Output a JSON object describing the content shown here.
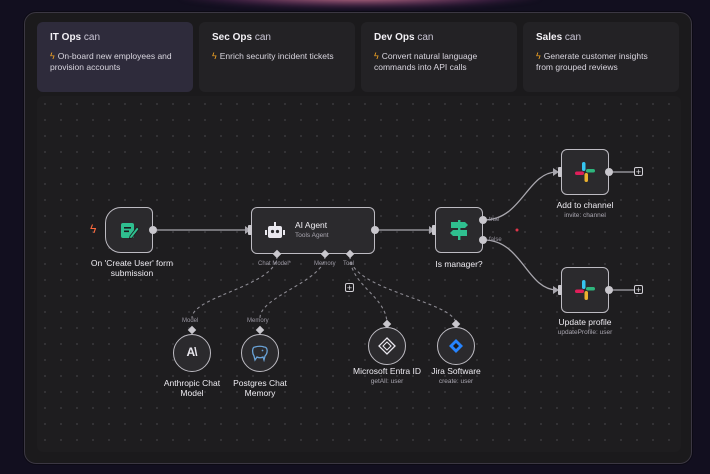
{
  "tabs": [
    {
      "team": "IT Ops",
      "can": "can",
      "desc": "On-board new employees and provision accounts",
      "active": true
    },
    {
      "team": "Sec Ops",
      "can": "can",
      "desc": "Enrich security incident tickets",
      "active": false
    },
    {
      "team": "Dev Ops",
      "can": "can",
      "desc": "Convert natural language commands into API calls",
      "active": false
    },
    {
      "team": "Sales",
      "can": "can",
      "desc": "Generate customer insights from grouped reviews",
      "active": false
    }
  ],
  "workflow": {
    "trigger": {
      "label": "On 'Create User' form submission"
    },
    "agent": {
      "title": "AI Agent",
      "subtitle": "Tools Agent",
      "ports": {
        "chat_model": "Chat Model*",
        "memory": "Memory",
        "tool": "Tool"
      }
    },
    "condition": {
      "label": "Is manager?",
      "true_label": "true",
      "false_label": "false"
    },
    "slack_add": {
      "label": "Add to channel",
      "sub": "invite: channel"
    },
    "slack_update": {
      "label": "Update profile",
      "sub": "updateProfile: user"
    },
    "anthropic": {
      "label": "Anthropic Chat Model",
      "port": "Model"
    },
    "postgres": {
      "label": "Postgres Chat Memory",
      "port": "Memory"
    },
    "entra": {
      "label": "Microsoft Entra ID",
      "sub": "getAll: user"
    },
    "jira": {
      "label": "Jira Software",
      "sub": "create: user"
    }
  },
  "colors": {
    "accent_bolt": "#f6a623",
    "trigger_icon": "#2fbf8f",
    "if_icon": "#2fbf8f",
    "jira_blue": "#2684ff"
  },
  "icons": {
    "bolt": "lightning-bolt-icon",
    "trigger": "form-icon",
    "agent": "robot-icon",
    "if": "signpost-icon",
    "slack": "slack-icon",
    "anthropic": "anthropic-icon",
    "postgres": "postgres-elephant-icon",
    "entra": "microsoft-entra-icon",
    "jira": "jira-icon"
  }
}
